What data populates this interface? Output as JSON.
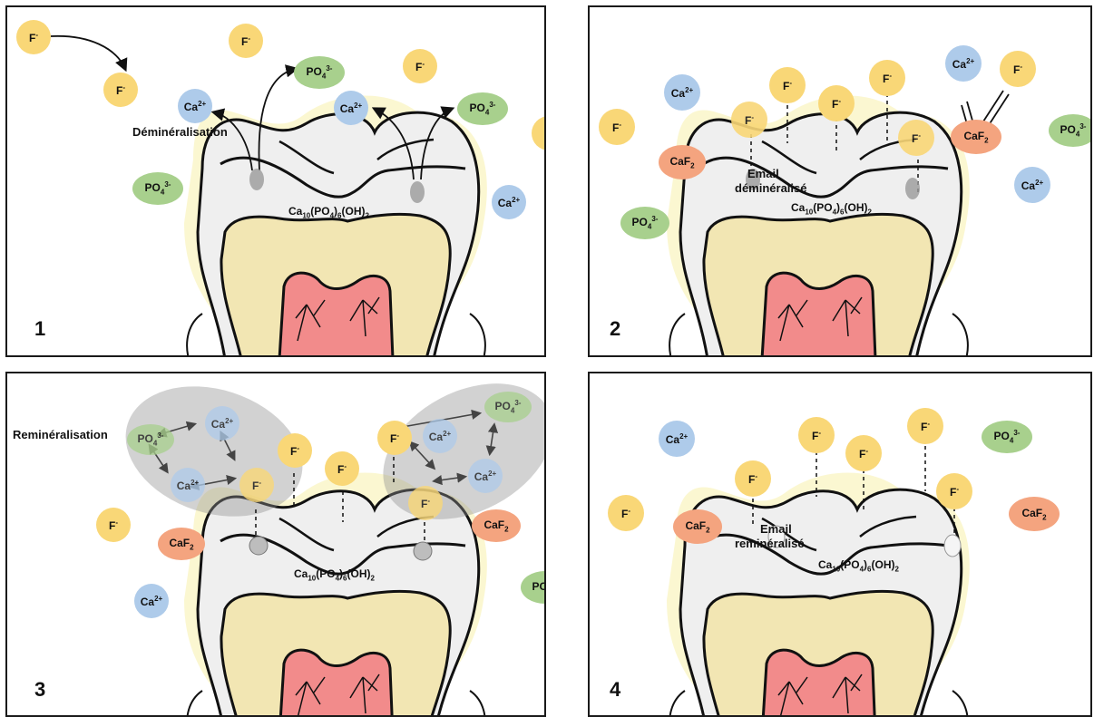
{
  "colors": {
    "fluoride": "#f9d777",
    "calcium": "#aecbea",
    "phosphate": "#a8d08d",
    "caf2": "#f4a47f",
    "enamel": "#efefef",
    "dentin": "#f2e6b3",
    "pulp": "#f28b8b",
    "glow": "#fbf6cc",
    "cloud": "#8e8e8e"
  },
  "labels": {
    "formula_main": "Ca",
    "formula_sub10": "10",
    "formula_po": "(PO",
    "formula_sub4": "4",
    "formula_close": ")",
    "formula_sub6": "6",
    "formula_oh": "(OH)",
    "formula_sub2": "2",
    "f_base": "F",
    "f_sup": "-",
    "ca_base": "Ca",
    "ca_sup": "2+",
    "po_base": "PO",
    "po_sub": "4",
    "po_sup": "3-",
    "caf_base": "CaF",
    "caf_sub": "2"
  },
  "panels": [
    {
      "number": "1",
      "caption": "Déminéralisation"
    },
    {
      "number": "2",
      "caption_line1": "Email",
      "caption_line2": "déminéralisé"
    },
    {
      "number": "3",
      "caption": "Reminéralisation"
    },
    {
      "number": "4",
      "caption_line1": "Email",
      "caption_line2": "reminéralisé"
    }
  ]
}
